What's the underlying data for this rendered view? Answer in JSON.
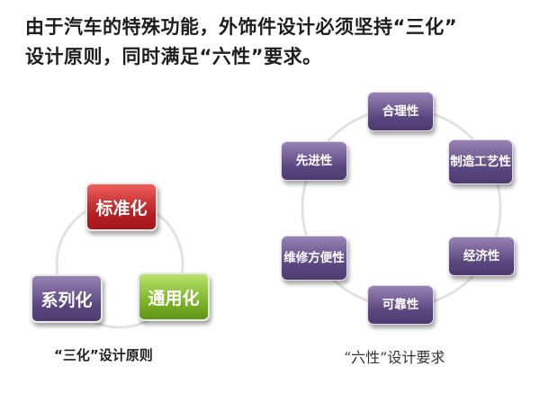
{
  "title": {
    "line1": "由于汽车的特殊功能，外饰件设计必须坚持“三化”",
    "line2": "设计原则，同时满足“六性”要求。"
  },
  "san_hua": {
    "nodes": [
      "标准化",
      "通用化",
      "系列化"
    ],
    "caption": "“三化”设计原则"
  },
  "liu_xing": {
    "nodes": [
      "合理性",
      "制造工艺性",
      "经济性",
      "可靠性",
      "维修方便性",
      "先进性"
    ],
    "caption": "“六性”设计要求"
  },
  "colors": {
    "red": "#c0282b",
    "green": "#8cc63f",
    "purple": "#5e4a82",
    "ring": "#e2e2e2"
  }
}
